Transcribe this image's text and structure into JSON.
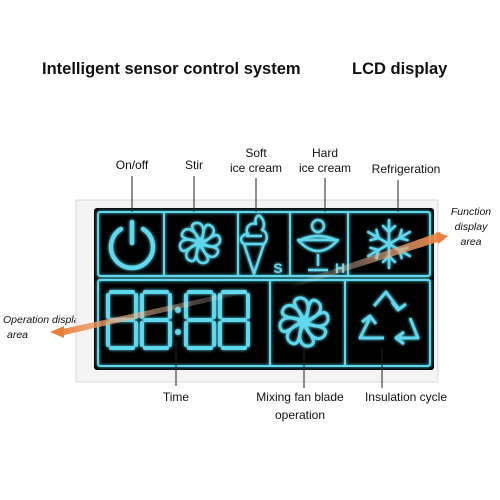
{
  "header": {
    "title_left": "Intelligent sensor control system",
    "title_right": "LCD display"
  },
  "labels": {
    "onoff": "On/off",
    "stir": "Stir",
    "soft_1": "Soft",
    "soft_2": "ice cream",
    "hard_1": "Hard",
    "hard_2": "ice cream",
    "refrigeration": "Refrigeration",
    "time": "Time",
    "mixing_1": "Mixing fan blade",
    "mixing_2": "operation",
    "insulation": "Insulation cycle",
    "function_1": "Function",
    "function_2": "display",
    "function_3": "area",
    "operation_1": "Operation display",
    "operation_2": "area",
    "soft_letter": "S",
    "hard_letter": "H"
  },
  "colors": {
    "panel_bg": "#000000",
    "glow": "#5fd8ee",
    "arrow": "#e8803a"
  }
}
